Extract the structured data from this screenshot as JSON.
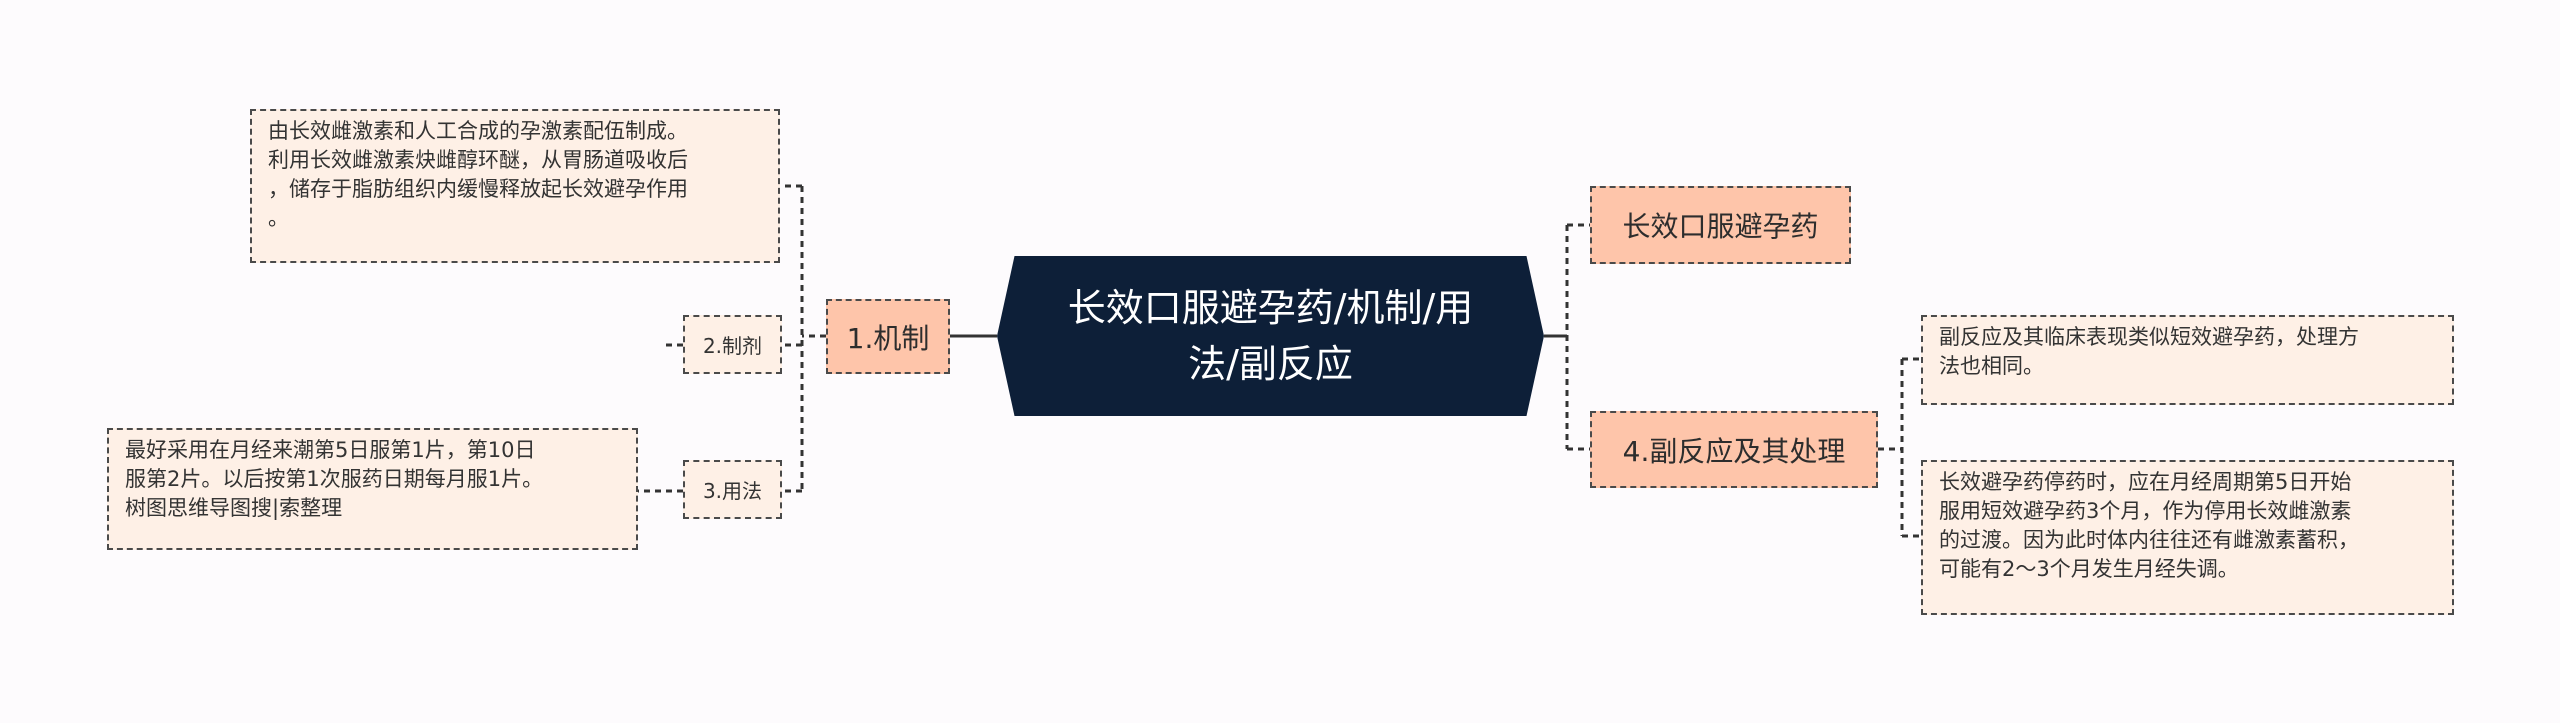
{
  "center": {
    "title_line1": "长效口服避孕药/机制/用",
    "title_line2": "法/副反应"
  },
  "left": {
    "mechanism": {
      "label": "1.机制"
    },
    "formulation": {
      "label": "2.制剂",
      "detail": [
        "由长效雌激素和人工合成的孕激素配伍制成。",
        "利用长效雌激素炔雌醇环醚，从胃肠道吸收后",
        "，储存于脂肪组织内缓慢释放起长效避孕作用",
        "。"
      ]
    },
    "usage": {
      "label": "3.用法",
      "detail": [
        "最好采用在月经来潮第5日服第1片，第10日",
        "服第2片。以后按第1次服药日期每月服1片。",
        "树图思维导图搜|索整理"
      ]
    }
  },
  "right": {
    "topic": {
      "label": "长效口服避孕药"
    },
    "side_effects": {
      "label": "4.副反应及其处理",
      "detail_1": [
        "副反应及其临床表现类似短效避孕药，处理方",
        "法也相同。"
      ],
      "detail_2": [
        "长效避孕药停药时，应在月经周期第5日开始",
        "服用短效避孕药3个月，作为停用长效雌激素",
        "的过渡。因为此时体内往往还有雌激素蓄积，",
        "可能有2～3个月发生月经失调。"
      ]
    }
  },
  "colors": {
    "center_fill": "#0d1f38",
    "main_fill": "#fec5aa",
    "leaf_fill": "#fef0e6",
    "line": "#333333"
  }
}
